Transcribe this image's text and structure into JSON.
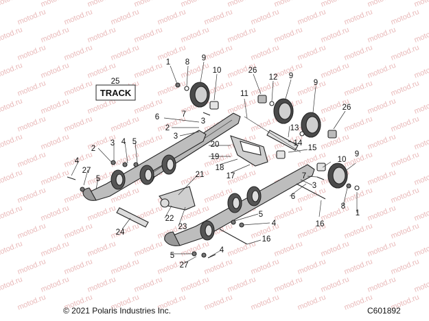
{
  "watermark": {
    "text": "motod.ru"
  },
  "diagram": {
    "track_box_label": "TRACK",
    "callouts": [
      "25",
      "1",
      "8",
      "9",
      "10",
      "26",
      "12",
      "9",
      "9",
      "26",
      "11",
      "13",
      "14",
      "6",
      "7",
      "3",
      "2",
      "3",
      "20",
      "19",
      "18",
      "17",
      "15",
      "2",
      "3",
      "4",
      "5",
      "4",
      "27",
      "5",
      "21",
      "22",
      "23",
      "24",
      "10",
      "7",
      "3",
      "6",
      "9",
      "8",
      "1",
      "16",
      "5",
      "4",
      "16",
      "5",
      "27",
      "4"
    ]
  },
  "footer": {
    "copyright": "© 2021 Polaris Industries Inc.",
    "drawing_code": "C601892"
  }
}
